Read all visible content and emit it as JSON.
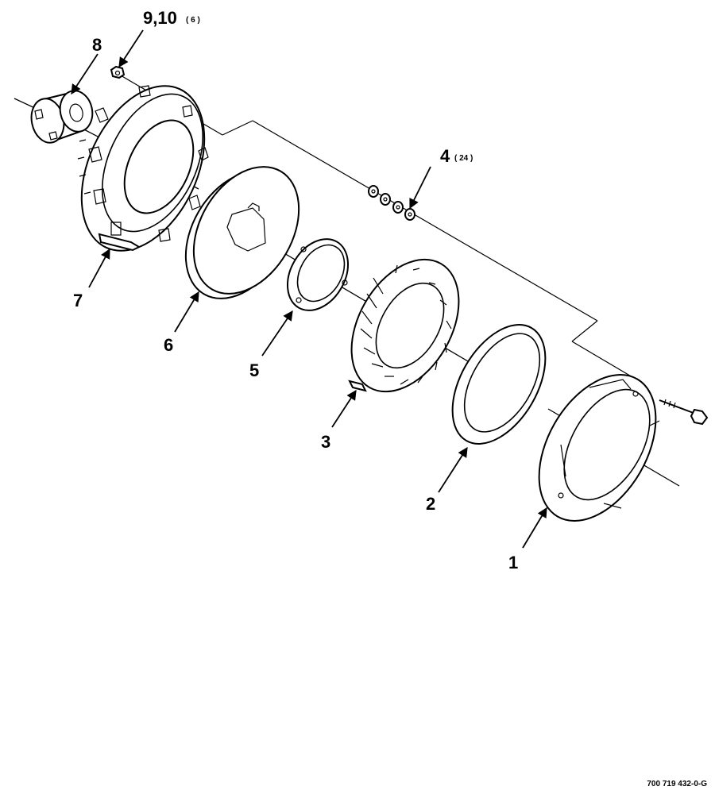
{
  "callouts": [
    {
      "id": "1",
      "number": "1",
      "qty": ""
    },
    {
      "id": "2",
      "number": "2",
      "qty": ""
    },
    {
      "id": "3",
      "number": "3",
      "qty": ""
    },
    {
      "id": "4",
      "number": "4",
      "qty": "( 24 )"
    },
    {
      "id": "5",
      "number": "5",
      "qty": ""
    },
    {
      "id": "6",
      "number": "6",
      "qty": ""
    },
    {
      "id": "7",
      "number": "7",
      "qty": ""
    },
    {
      "id": "8",
      "number": "8",
      "qty": ""
    },
    {
      "id": "9_10",
      "number": "9,10",
      "qty": "( 6 )"
    }
  ],
  "figure_code": "700 719 432-0-G"
}
